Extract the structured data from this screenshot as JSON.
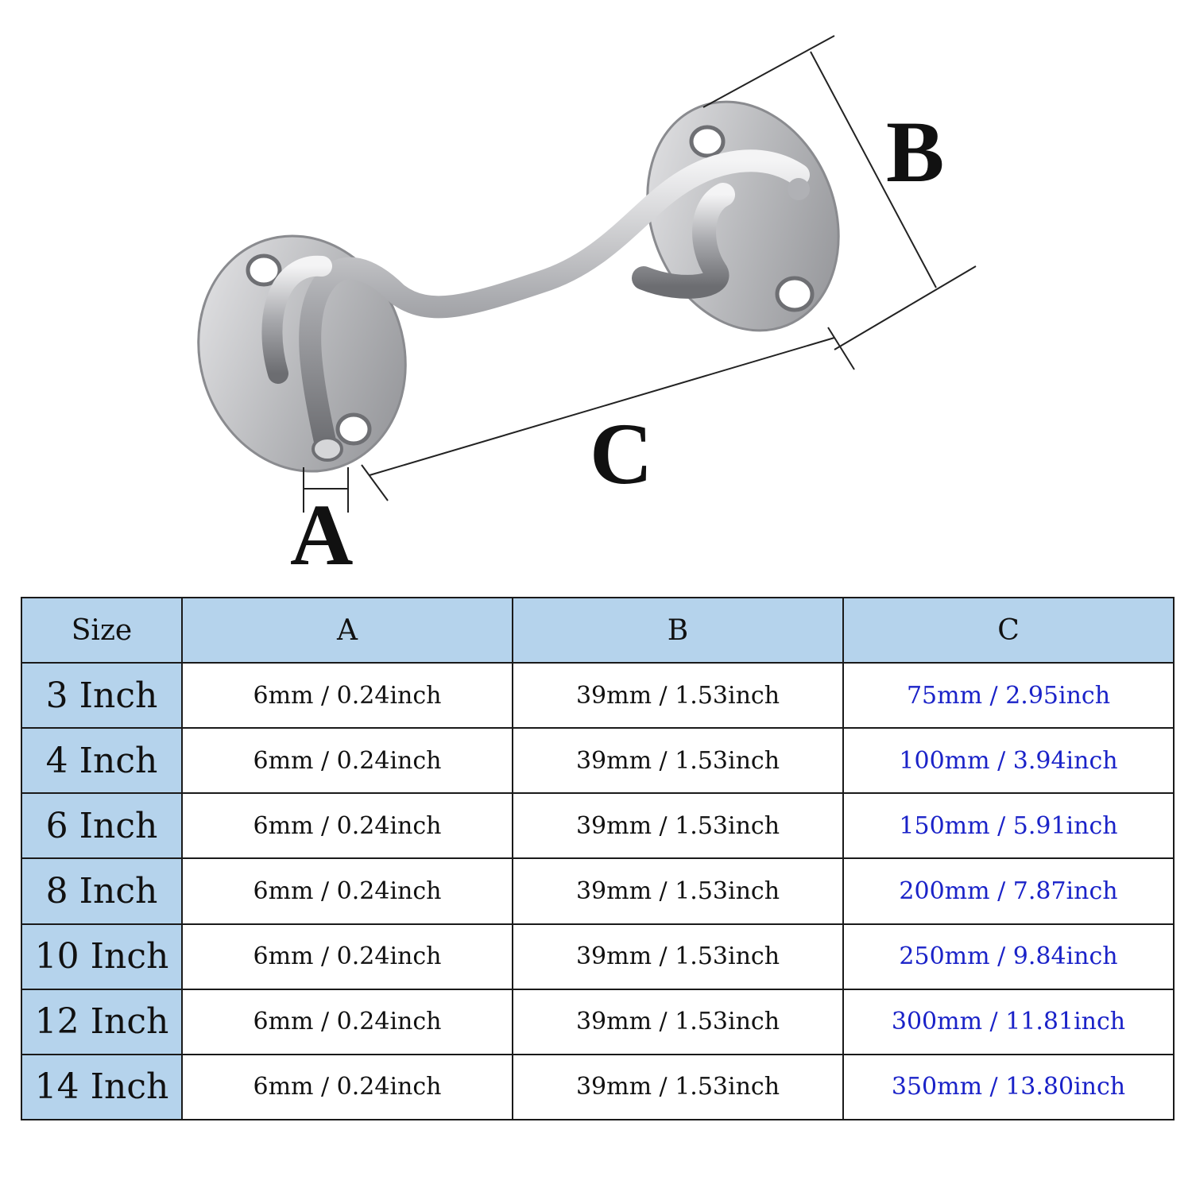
{
  "diagram": {
    "labels": {
      "a": "A",
      "b": "B",
      "c": "C"
    },
    "colors": {
      "metal": "#c9c9cb",
      "metal_dark": "#7d7e82",
      "line": "#222222"
    }
  },
  "table": {
    "colors": {
      "header_bg": "#b5d3ec",
      "c_text": "#1a22c8"
    },
    "headers": [
      "Size",
      "A",
      "B",
      "C"
    ],
    "rows": [
      {
        "size": "3 Inch",
        "a": "6mm / 0.24inch",
        "b": "39mm / 1.53inch",
        "c": "75mm / 2.95inch"
      },
      {
        "size": "4 Inch",
        "a": "6mm / 0.24inch",
        "b": "39mm / 1.53inch",
        "c": "100mm / 3.94inch"
      },
      {
        "size": "6 Inch",
        "a": "6mm / 0.24inch",
        "b": "39mm / 1.53inch",
        "c": "150mm / 5.91inch"
      },
      {
        "size": "8 Inch",
        "a": "6mm / 0.24inch",
        "b": "39mm / 1.53inch",
        "c": "200mm / 7.87inch"
      },
      {
        "size": "10 Inch",
        "a": "6mm / 0.24inch",
        "b": "39mm / 1.53inch",
        "c": "250mm / 9.84inch"
      },
      {
        "size": "12 Inch",
        "a": "6mm / 0.24inch",
        "b": "39mm / 1.53inch",
        "c": "300mm / 11.81inch"
      },
      {
        "size": "14 Inch",
        "a": "6mm / 0.24inch",
        "b": "39mm / 1.53inch",
        "c": "350mm / 13.80inch"
      }
    ]
  }
}
